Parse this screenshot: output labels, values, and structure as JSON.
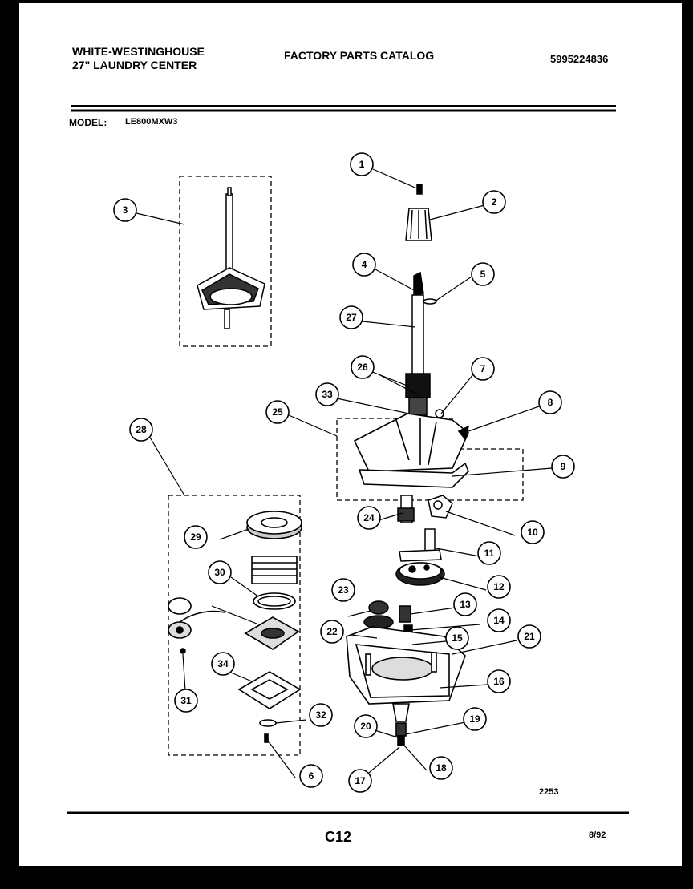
{
  "header": {
    "manufacturer_line1": "WHITE-WESTINGHOUSE",
    "manufacturer_line2": "27\" LAUNDRY CENTER",
    "catalog_title": "FACTORY PARTS CATALOG",
    "part_number": "5995224836"
  },
  "model": {
    "label": "MODEL:",
    "value": "LE800MXW3"
  },
  "diagram": {
    "drawing_number": "2253",
    "callouts": [
      "1",
      "2",
      "3",
      "4",
      "5",
      "6",
      "7",
      "8",
      "9",
      "10",
      "11",
      "12",
      "13",
      "14",
      "15",
      "16",
      "17",
      "18",
      "19",
      "20",
      "21",
      "22",
      "23",
      "24",
      "25",
      "26",
      "27",
      "28",
      "29",
      "30",
      "31",
      "32",
      "33",
      "34"
    ]
  },
  "footer": {
    "page": "C12",
    "date": "8/92"
  },
  "colors": {
    "ink": "#000000",
    "paper": "#ffffff",
    "frame": "#000000"
  }
}
